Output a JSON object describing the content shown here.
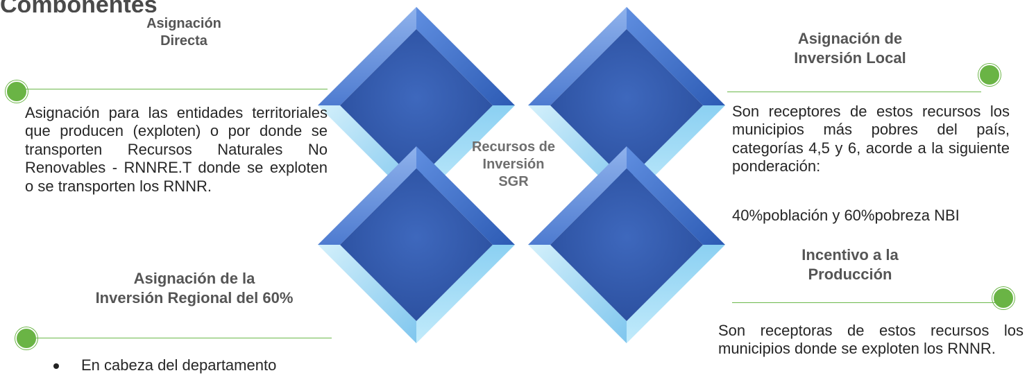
{
  "top_cut_text": "Componentes",
  "center_label": [
    "Recursos de",
    "Inversión",
    "SGR"
  ],
  "asignacion_directa": {
    "heading": [
      "Asignación",
      "Directa"
    ],
    "text": "Asignación para las entidades territoriales que producen (exploten) o por donde se transporten Recursos Naturales No Renovables - RNNRE.T donde se exploten o se transporten los RNNR."
  },
  "inversion_regional": {
    "heading": [
      "Asignación de la",
      "Inversión Regional del 60%"
    ],
    "bullets": [
      "En cabeza del departamento"
    ]
  },
  "inversion_local": {
    "heading": [
      "Asignación de",
      "Inversión Local"
    ],
    "text": "Son receptores de estos recursos los municipios más pobres del país, categorías 4,5 y 6, acorde a la siguiente ponderación:",
    "text_last_line": "40%población y 60%pobreza NBI"
  },
  "incentivo": {
    "heading": [
      "Incentivo a la",
      "Producción"
    ],
    "text": "Son receptoras de estos recursos los municipios donde se exploten los RNNR."
  },
  "colors": {
    "accent_green": "#6ab445",
    "diamond_dark": "#2e56a8",
    "diamond_light": "#a6dcf4"
  }
}
